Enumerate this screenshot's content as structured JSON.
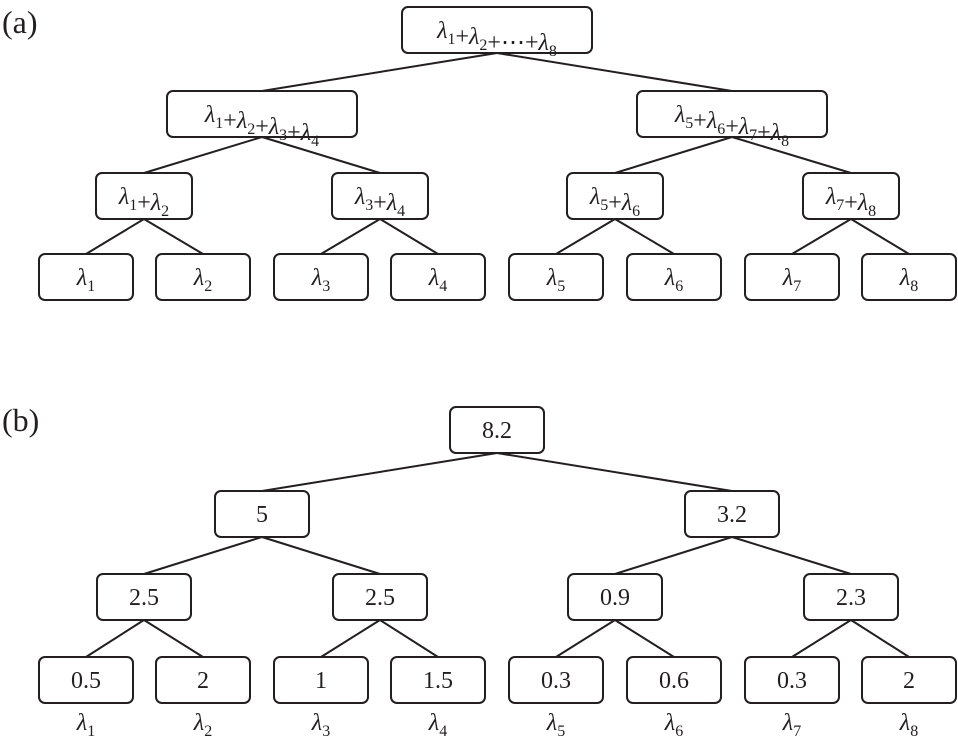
{
  "panels": {
    "a": {
      "label": "(a)",
      "nodes": [
        {
          "id": "a-root",
          "terms": [
            "1",
            "2",
            "…",
            "8"
          ]
        },
        {
          "id": "a-l",
          "terms": [
            "1",
            "2",
            "3",
            "4"
          ]
        },
        {
          "id": "a-r",
          "terms": [
            "5",
            "6",
            "7",
            "8"
          ]
        },
        {
          "id": "a-ll",
          "terms": [
            "1",
            "2"
          ]
        },
        {
          "id": "a-lr",
          "terms": [
            "3",
            "4"
          ]
        },
        {
          "id": "a-rl",
          "terms": [
            "5",
            "6"
          ]
        },
        {
          "id": "a-rr",
          "terms": [
            "7",
            "8"
          ]
        },
        {
          "id": "a-leaf1",
          "terms": [
            "1"
          ]
        },
        {
          "id": "a-leaf2",
          "terms": [
            "2"
          ]
        },
        {
          "id": "a-leaf3",
          "terms": [
            "3"
          ]
        },
        {
          "id": "a-leaf4",
          "terms": [
            "4"
          ]
        },
        {
          "id": "a-leaf5",
          "terms": [
            "5"
          ]
        },
        {
          "id": "a-leaf6",
          "terms": [
            "6"
          ]
        },
        {
          "id": "a-leaf7",
          "terms": [
            "7"
          ]
        },
        {
          "id": "a-leaf8",
          "terms": [
            "8"
          ]
        }
      ]
    },
    "b": {
      "label": "(b)",
      "nodes": [
        {
          "id": "b-root",
          "value": "8.2"
        },
        {
          "id": "b-l",
          "value": "5"
        },
        {
          "id": "b-r",
          "value": "3.2"
        },
        {
          "id": "b-ll",
          "value": "2.5"
        },
        {
          "id": "b-lr",
          "value": "2.5"
        },
        {
          "id": "b-rl",
          "value": "0.9"
        },
        {
          "id": "b-rr",
          "value": "2.3"
        },
        {
          "id": "b-leaf1",
          "value": "0.5"
        },
        {
          "id": "b-leaf2",
          "value": "2"
        },
        {
          "id": "b-leaf3",
          "value": "1"
        },
        {
          "id": "b-leaf4",
          "value": "1.5"
        },
        {
          "id": "b-leaf5",
          "value": "0.3"
        },
        {
          "id": "b-leaf6",
          "value": "0.6"
        },
        {
          "id": "b-leaf7",
          "value": "0.3"
        },
        {
          "id": "b-leaf8",
          "value": "2"
        }
      ],
      "leaf_labels": [
        "1",
        "2",
        "3",
        "4",
        "5",
        "6",
        "7",
        "8"
      ]
    }
  },
  "symbol": "λ"
}
